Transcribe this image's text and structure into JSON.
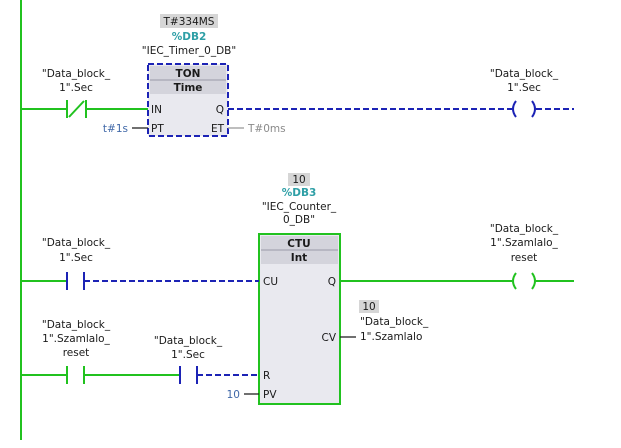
{
  "timer": {
    "current_value": "T#334MS",
    "instance_db": "%DB2",
    "instance_name": "\"IEC_Timer_0_DB\"",
    "type": "TON",
    "subtype": "Time",
    "pin_in": "IN",
    "pin_pt": "PT",
    "pin_q": "Q",
    "pin_et": "ET",
    "pt_value": "t#1s",
    "et_value": "T#0ms"
  },
  "timer_contact": {
    "line1": "\"Data_block_",
    "line2": "1\".Sec"
  },
  "timer_coil": {
    "line1": "\"Data_block_",
    "line2": "1\".Sec"
  },
  "counter": {
    "current_value": "10",
    "instance_db": "%DB3",
    "instance_name_line1": "\"IEC_Counter_",
    "instance_name_line2": "0_DB\"",
    "type": "CTU",
    "subtype": "Int",
    "pin_cu": "CU",
    "pin_r": "R",
    "pin_pv": "PV",
    "pin_q": "Q",
    "pin_cv": "CV",
    "pv_value": "10"
  },
  "cu_contact": {
    "line1": "\"Data_block_",
    "line2": "1\".Sec"
  },
  "reset_contact": {
    "line1": "\"Data_block_",
    "line2": "1\".Szamlalo_",
    "line3": "reset"
  },
  "r_contact": {
    "line1": "\"Data_block_",
    "line2": "1\".Sec"
  },
  "counter_coil": {
    "line1": "\"Data_block_",
    "line2": "1\".Szamlalo_",
    "line3": "reset"
  },
  "cv_output": {
    "value": "10",
    "line1": "\"Data_block_",
    "line2": "1\".Szamlalo"
  },
  "colors": {
    "energized": "#21c21f",
    "not_energized": "#1c23b5",
    "db_number": "#2e9fa6",
    "constant": "#4068a8",
    "block_fill": "#e9e9ef"
  }
}
